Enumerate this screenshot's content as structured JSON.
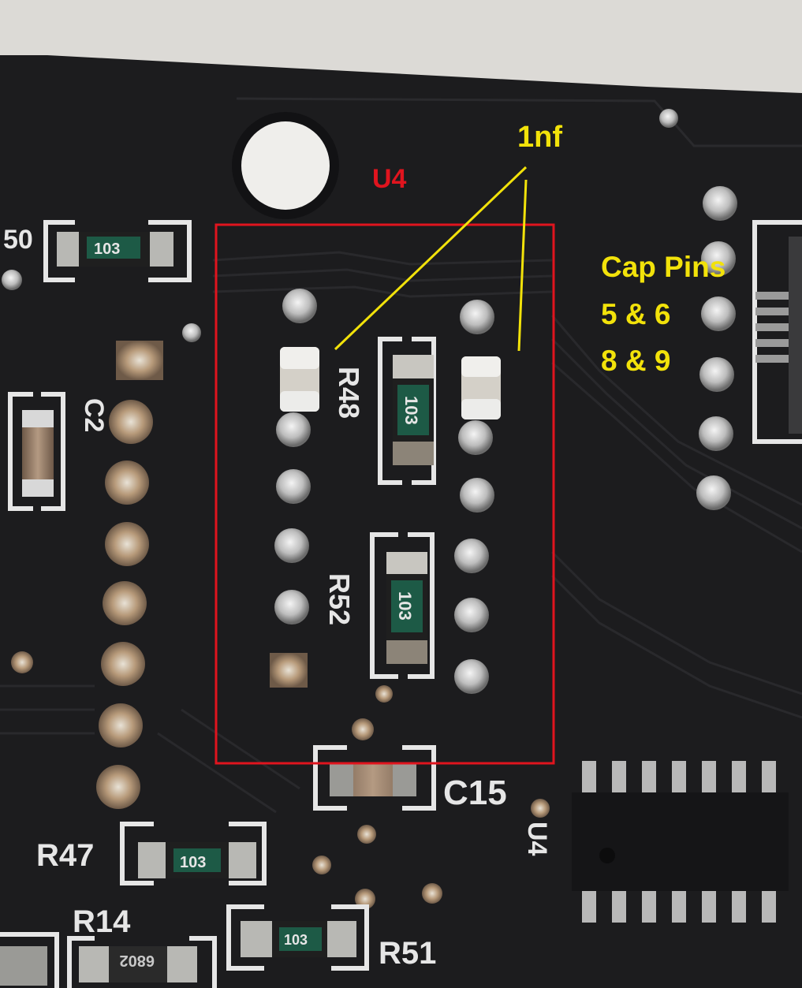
{
  "annotations": {
    "chip_label": "U4",
    "cap_value": "1nf",
    "cap_pins_title": "Cap Pins",
    "cap_pins_line1": "5 & 6",
    "cap_pins_line2": "8 & 9"
  },
  "silkscreen": {
    "r48": "R48",
    "r52": "R52",
    "c2": "C2",
    "c15": "C15",
    "u4": "U4",
    "r47": "R47",
    "r14": "R14",
    "r51": "R51",
    "r50_partial": "50"
  },
  "resistor_codes": {
    "code_103": "103",
    "code_6802": "6802"
  },
  "colors": {
    "annotation_yellow": "#f2e20a",
    "highlight_red": "#e0141e",
    "pcb_black": "#1c1c1e",
    "silkscreen_white": "#e6e6e6"
  }
}
